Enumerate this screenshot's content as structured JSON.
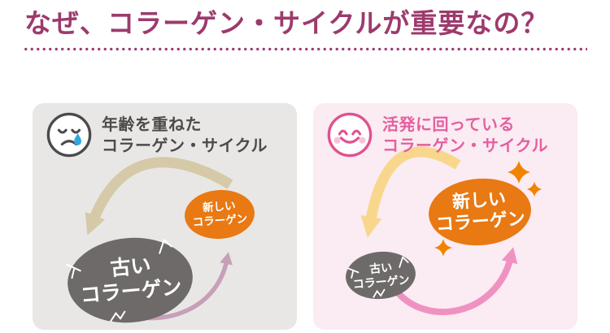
{
  "title": {
    "text": "なぜ、コラーゲン・サイクルが重要なの？",
    "color": "#9c3a6d"
  },
  "divider": {
    "style": "dotted",
    "color": "#9c3a6d"
  },
  "panels": {
    "aged": {
      "bg": "#e8e7e5",
      "face_icon": "sad-face-with-tear",
      "tear_color": "#2fa8e0",
      "heading": {
        "line1": "年齢を重ねた",
        "line2": "コラーゲン・サイクル",
        "color": "#4b4b4b"
      },
      "cycle": {
        "new_collagen": {
          "label_line1": "新しい",
          "label_line2": "コラーゲン",
          "fill": "#e87913",
          "text_color": "#ffffff",
          "size": "small"
        },
        "old_collagen": {
          "label_line1": "古い",
          "label_line2": "コラーゲン",
          "fill": "#6e6a69",
          "text_color": "#ffffff",
          "size": "large",
          "cracked": true
        },
        "degrade_arrow_color": "#d5c9a7",
        "renew_arrow_color": "#c79fb9"
      }
    },
    "active": {
      "bg": "#fbebf2",
      "face_icon": "happy-face",
      "cheek_color": "#f7c3d9",
      "heading": {
        "line1": "活発に回っている",
        "line2": "コラーゲン・サイクル",
        "color": "#e4609e"
      },
      "cycle": {
        "new_collagen": {
          "label_line1": "新しい",
          "label_line2": "コラーゲン",
          "fill": "#e87913",
          "text_color": "#ffffff",
          "size": "large",
          "sparkles": true
        },
        "old_collagen": {
          "label_line1": "古い",
          "label_line2": "コラーゲン",
          "fill": "#6e6a69",
          "text_color": "#ffffff",
          "size": "small",
          "cracked": true
        },
        "degrade_arrow_color": "#f8d78d",
        "renew_arrow_color": "#ef92c1",
        "sparkle_color": "#f08300"
      }
    }
  }
}
